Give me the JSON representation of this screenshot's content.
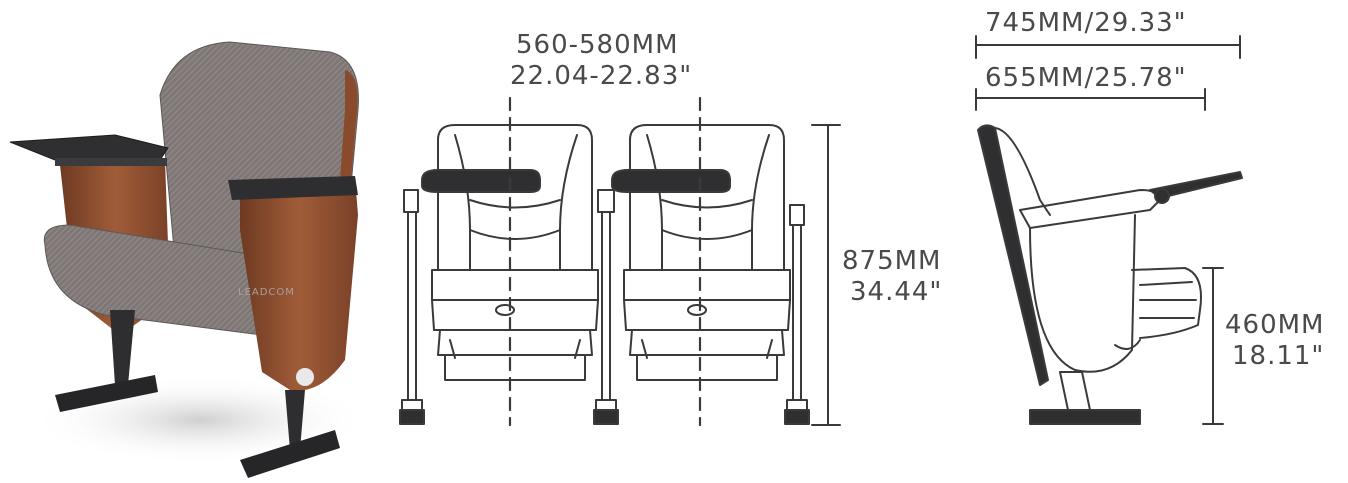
{
  "width_dimension": {
    "mm": "560-580MM",
    "inch": "22.04-22.83\""
  },
  "height_dimension": {
    "mm": "875MM",
    "inch": "34.44\""
  },
  "depth_overall": {
    "label": "745MM/29.33\""
  },
  "depth_seat": {
    "label": "655MM/25.78\""
  },
  "seat_height": {
    "mm": "460MM",
    "inch": "18.11\""
  },
  "brand_watermark": "LEADCOM",
  "colors": {
    "line": "#3a3a3a",
    "fabric": "#7d7674",
    "wood": "#8a4a2c",
    "metal": "#2e2e30",
    "text": "#4a4a4a"
  }
}
